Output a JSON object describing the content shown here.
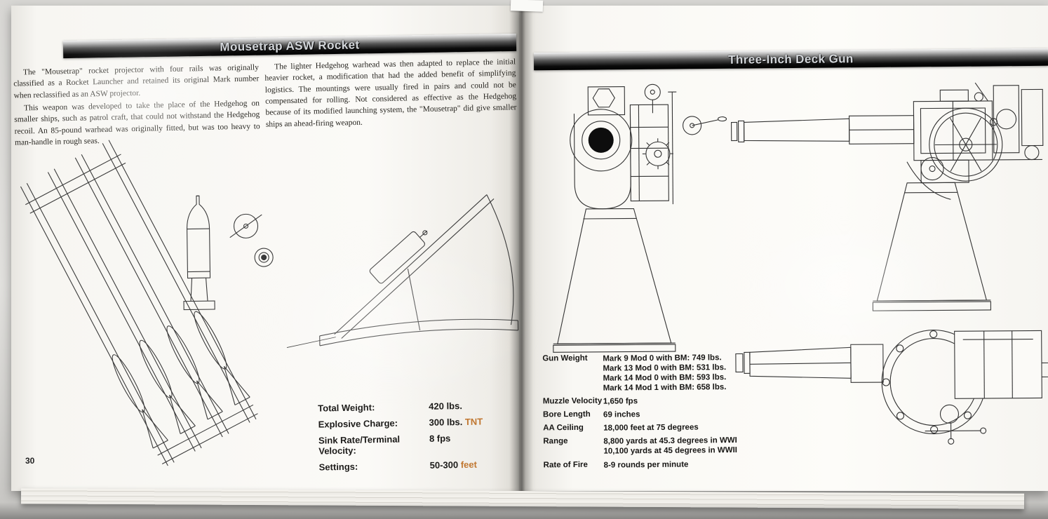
{
  "left_page": {
    "header": "Mousetrap ASW Rocket",
    "page_number": "30",
    "paragraphs": {
      "col1_p1": "The \"Mousetrap\" rocket projector with four rails was originally classified as a Rocket Launcher and retained its original Mark number when reclassified as an ASW projector.",
      "col1_p2": "This weapon was developed to take the place of the Hedgehog on smaller ships, such as patrol craft, that could not withstand the Hedgehog recoil. An 85-pound warhead was originally fitted, but was too heavy to man-handle in rough seas.",
      "col2_p1": "The lighter Hedgehog warhead was then adapted to replace the initial heavier rocket, a modification that had the added benefit of simplifying logistics. The mountings were usually fired in pairs and could not be compensated for rolling. Not considered as effective as the Hedgehog because of its modified launching system, the \"Mousetrap\" did give smaller ships an ahead-firing weapon."
    },
    "specs": [
      {
        "label": "Total Weight:",
        "value": "420 lbs.",
        "accent": ""
      },
      {
        "label": "Explosive Charge:",
        "value": "300 lbs.",
        "accent": "TNT"
      },
      {
        "label": "Sink Rate/Terminal Velocity:",
        "value": "8 fps",
        "accent": ""
      },
      {
        "label": "Settings:",
        "value": "50-300",
        "accent": "feet"
      }
    ]
  },
  "right_page": {
    "header": "Three-Inch Deck Gun",
    "specs": [
      {
        "label": "Gun Weight",
        "lines": [
          "Mark 9 Mod 0 with BM:  749 lbs.",
          "Mark 13 Mod 0 with BM:  531 lbs.",
          "Mark 14 Mod 0 with BM:  593 lbs.",
          "Mark 14 Mod 1 with BM:  658 lbs."
        ]
      },
      {
        "label": "Muzzle Velocity",
        "lines": [
          "1,650 fps"
        ]
      },
      {
        "label": "Bore Length",
        "lines": [
          "69 inches"
        ]
      },
      {
        "label": "AA Ceiling",
        "lines": [
          "18,000 feet at 75 degrees"
        ]
      },
      {
        "label": "Range",
        "lines": [
          "8,800 yards at 45.3 degrees in WWI",
          "10,100 yards at 45 degrees in WWII"
        ]
      },
      {
        "label": "Rate of Fire",
        "lines": [
          "8-9 rounds per minute"
        ]
      }
    ]
  },
  "colors": {
    "accent_orange": "#c0762f",
    "header_bar": "#0c0c0c",
    "header_text": "#d3d6da"
  }
}
